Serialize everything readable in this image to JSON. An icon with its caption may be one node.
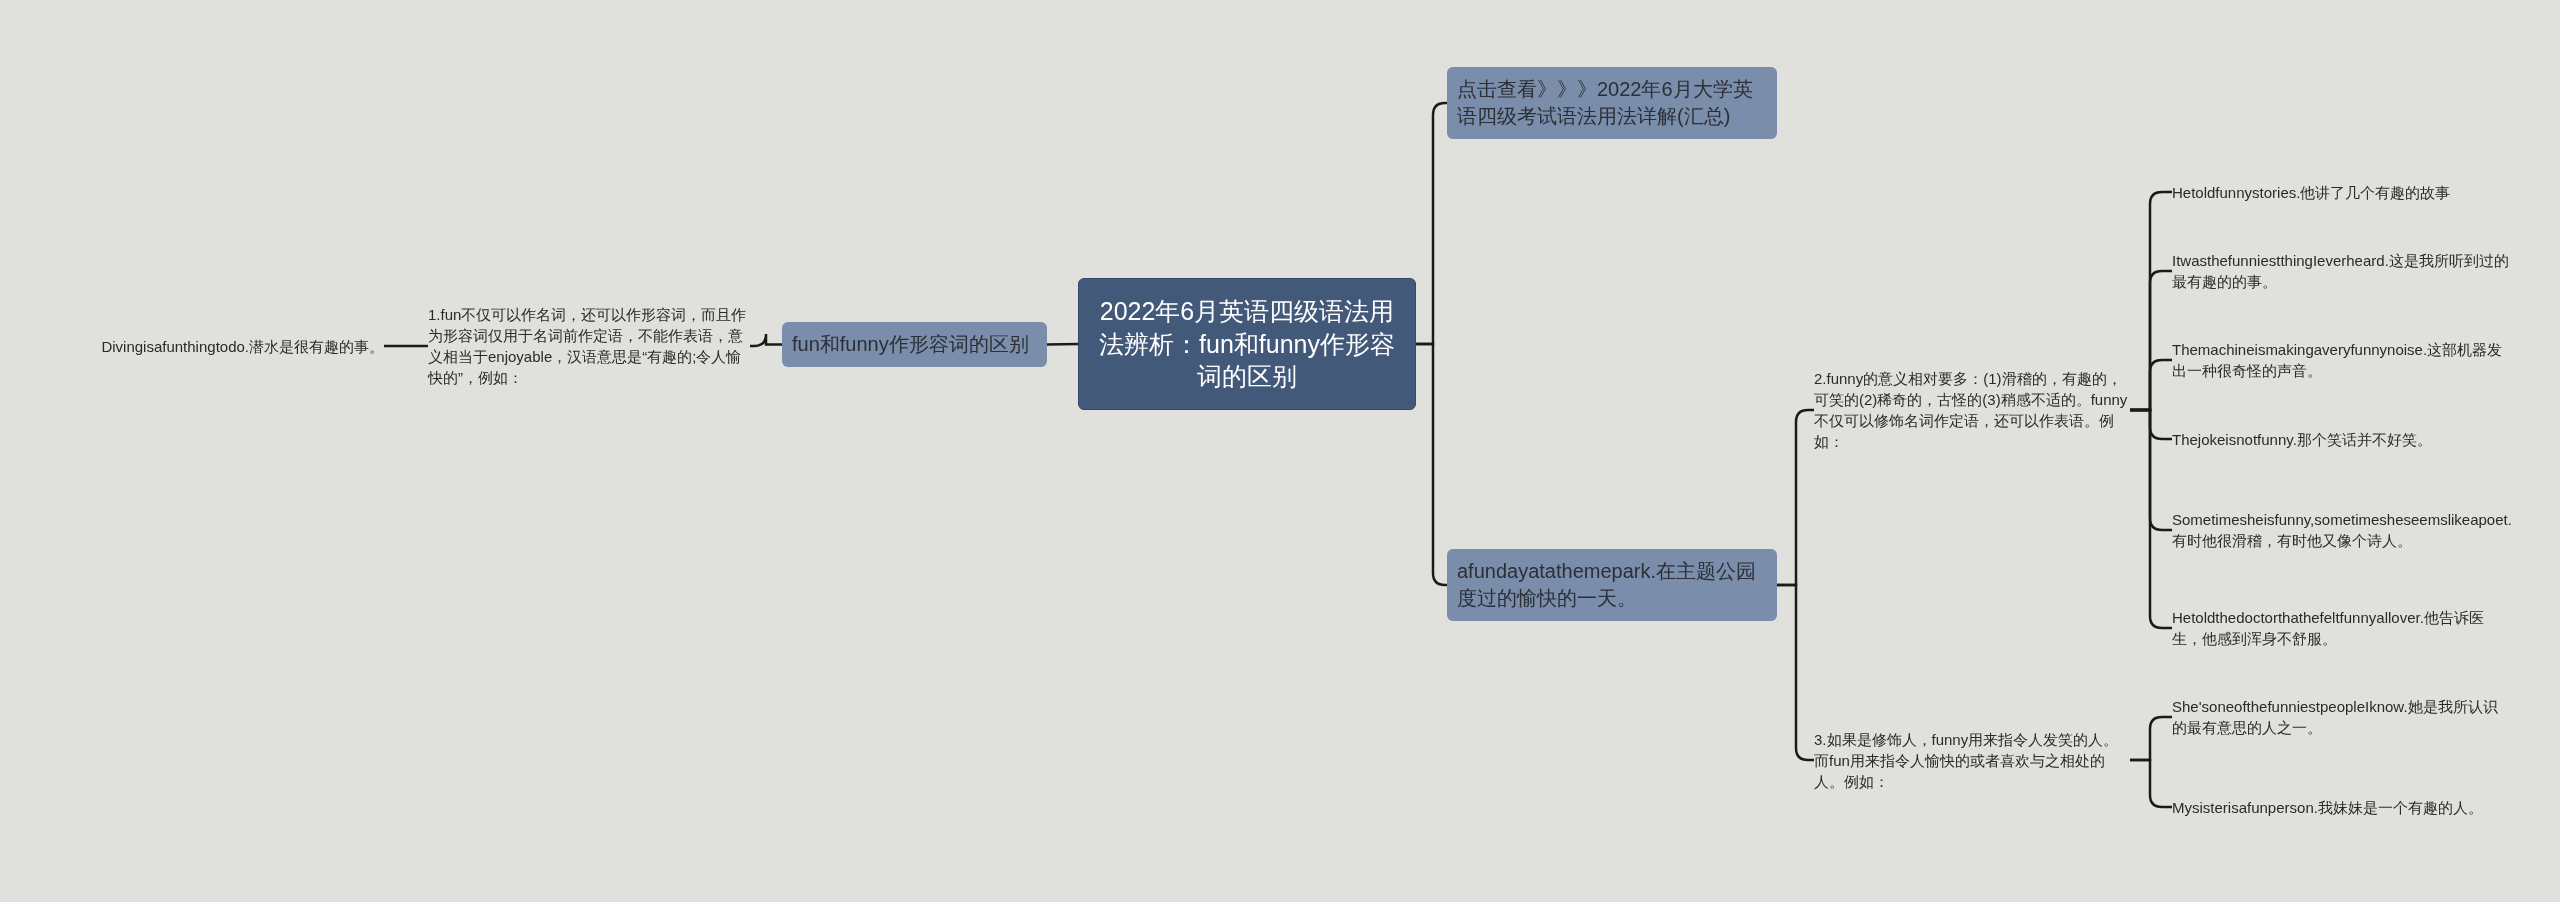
{
  "diagram": {
    "nodes": [
      {
        "text": [
          "2022年6月英语四级语法用法辨析：fun和funny作形容词的区别"
        ]
      },
      {
        "text": [
          "点击查看》》》2022年6月大学英语四级考试语法用法详解(汇总)"
        ]
      },
      {
        "text": [
          "afundayatathemepark.在主题公园度过的愉快的一天。"
        ]
      },
      {
        "text": [
          "2.funny的意义相对要多：(1)滑稽的，有趣的，可笑的(2)稀奇的，古怪的(3)稍感不适的。funny不仅可以修饰名词作定语，还可以作表语。例如："
        ]
      },
      {
        "text": [
          "Hetoldfunnystories.他讲了几个有趣的故事"
        ]
      },
      {
        "text": [
          "ItwasthefunniestthingIeverheard.这是我所听到过的最有趣的的事。"
        ]
      },
      {
        "text": [
          "Themachineismakingaveryfunnynoise.这部机器发出一种很奇怪的声音。"
        ]
      },
      {
        "text": [
          "Thejokeisnotfunny.那个笑话并不好笑。"
        ]
      },
      {
        "text": [
          "Sometimesheisfunny,sometimesheseemslikeapoet.有时他很滑稽，有时他又像个诗人。"
        ]
      },
      {
        "text": [
          "Hetoldthedoctorthathefeltfunnyallover.他告诉医生，他感到浑身不舒服。"
        ]
      },
      {
        "text": [
          "3.如果是修饰人，funny用来指令人发笑的人。而fun用来指令人愉快的或者喜欢与之相处的人。例如："
        ]
      },
      {
        "text": [
          "She'soneofthefunniestpeopleIknow.她是我所认识的最有意思的人之一。"
        ]
      },
      {
        "text": [
          "Mysisterisafunperson.我妹妹是一个有趣的人。"
        ]
      },
      {
        "text": [
          "fun和funny作形容词的区别"
        ]
      },
      {
        "text": [
          "1.fun不仅可以作名词，还可以作形容词，而且作为形容词仅用于名词前作定语，不能作表语，意义相当于enjoyable，汉语意思是“有趣的;令人愉快的”，例如："
        ]
      },
      {
        "text": [
          "Divingisafunthingtodo.潜水是很有趣的事。"
        ]
      }
    ],
    "edges": [
      {
        "from": 0,
        "to": 1,
        "arrow": "none"
      },
      {
        "from": 0,
        "to": 2,
        "arrow": "none"
      },
      {
        "from": 2,
        "to": 3,
        "arrow": "none"
      },
      {
        "from": 3,
        "to": 4,
        "arrow": "none"
      },
      {
        "from": 3,
        "to": 5,
        "arrow": "none"
      },
      {
        "from": 3,
        "to": 6,
        "arrow": "none"
      },
      {
        "from": 3,
        "to": 7,
        "arrow": "none"
      },
      {
        "from": 3,
        "to": 8,
        "arrow": "none"
      },
      {
        "from": 3,
        "to": 9,
        "arrow": "none"
      },
      {
        "from": 2,
        "to": 10,
        "arrow": "none"
      },
      {
        "from": 10,
        "to": 11,
        "arrow": "none"
      },
      {
        "from": 10,
        "to": 12,
        "arrow": "none"
      },
      {
        "from": 0,
        "to": 13,
        "arrow": "none"
      },
      {
        "from": 13,
        "to": 14,
        "arrow": "none"
      },
      {
        "from": 14,
        "to": 15,
        "arrow": "none"
      }
    ]
  }
}
